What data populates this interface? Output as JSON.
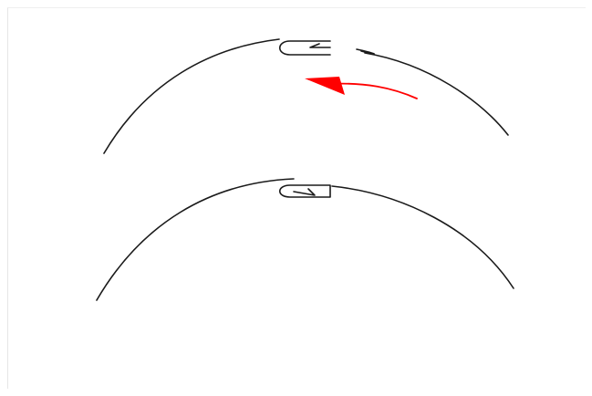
{
  "diagram": {
    "top_panel": {
      "arc": "open-arc-with-clasp",
      "clasp_state": "open",
      "arrow_icon": "curved-arrow-left-icon",
      "arrow_color": "#ff0000"
    },
    "bottom_panel": {
      "arc": "closed-arc-with-clasp",
      "clasp_state": "closed"
    },
    "line_color": "#1a1a1a",
    "background_color": "#ffffff"
  }
}
